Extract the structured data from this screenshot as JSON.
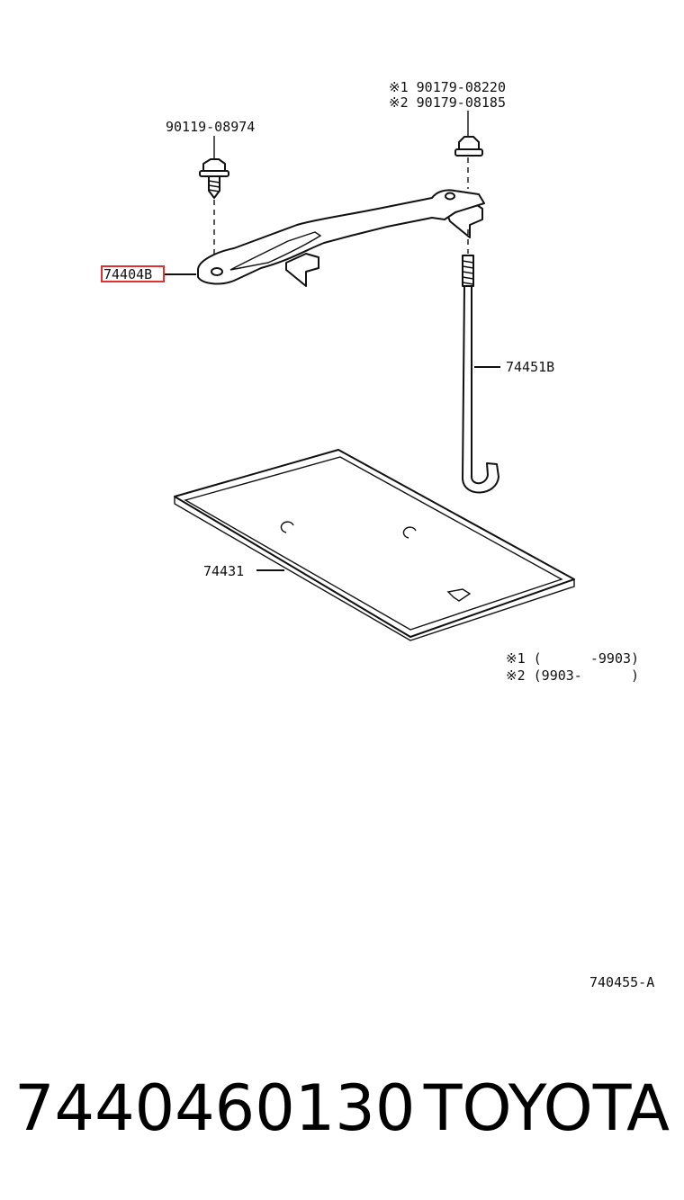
{
  "callouts": {
    "screw": "90119-08974",
    "nut_1": "※1  90179-08220",
    "nut_2": "※2  90179-08185",
    "clamp": "74404B",
    "rod": "74451B",
    "tray": "74431"
  },
  "notes": {
    "note_1": "※1 (      -9903)",
    "note_2": "※2 (9903-      )"
  },
  "diagram_code": "740455-A",
  "footer": {
    "part_number": "7440460130",
    "brand": "TOYOTA"
  },
  "colors": {
    "highlight": "#e03030"
  }
}
